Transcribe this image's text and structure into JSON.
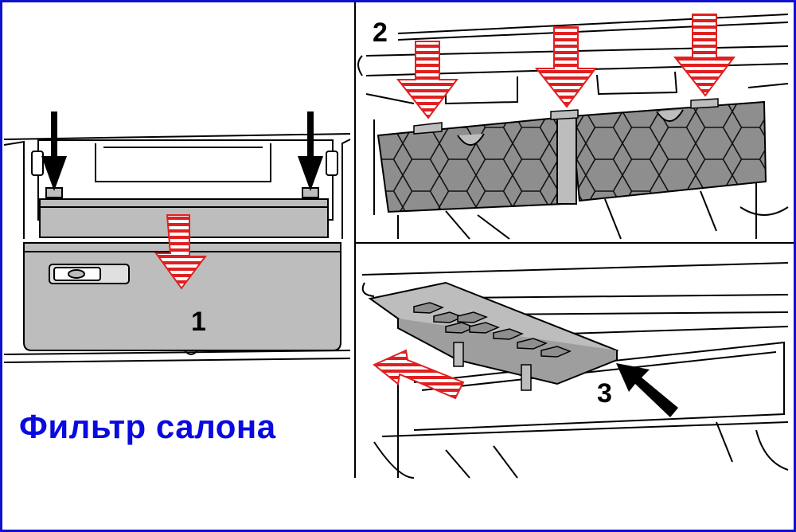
{
  "caption": "Фильтр салона",
  "steps": [
    "1",
    "2",
    "3"
  ],
  "colors": {
    "frame": "#1010d0",
    "caption": "#0a0ae0",
    "arrow_red": "#e02020",
    "filter_gray": "#8a8a8a",
    "panel_gray": "#bdbdbd"
  }
}
